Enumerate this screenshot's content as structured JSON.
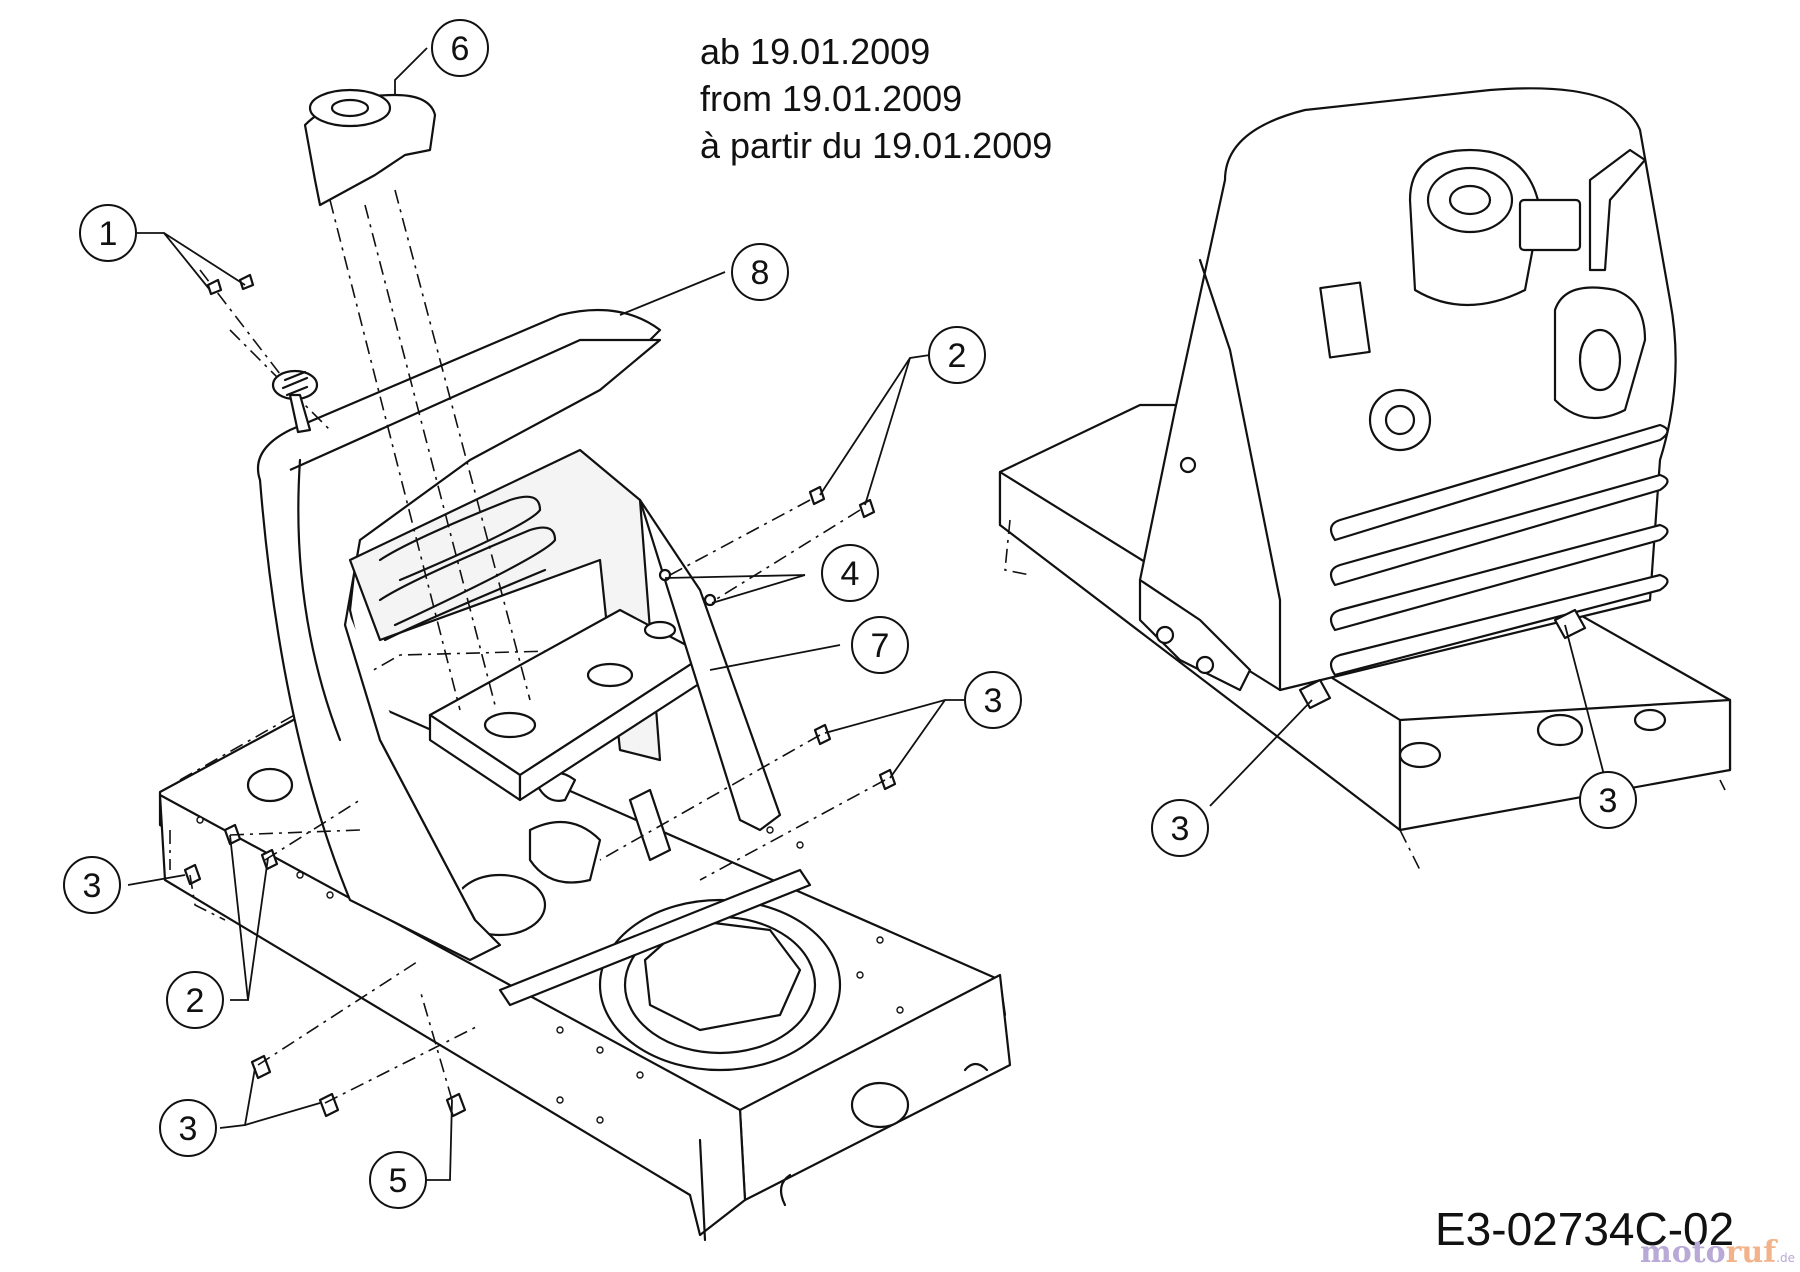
{
  "date_note": {
    "line_de": "ab 19.01.2009",
    "line_en": "from 19.01.2009",
    "line_fr": "à partir du 19.01.2009"
  },
  "callouts": [
    {
      "id": "c1",
      "label": "1"
    },
    {
      "id": "c6",
      "label": "6"
    },
    {
      "id": "c8",
      "label": "8"
    },
    {
      "id": "c2a",
      "label": "2"
    },
    {
      "id": "c4",
      "label": "4"
    },
    {
      "id": "c7",
      "label": "7"
    },
    {
      "id": "c3a",
      "label": "3"
    },
    {
      "id": "c3b",
      "label": "3"
    },
    {
      "id": "c2b",
      "label": "2"
    },
    {
      "id": "c3c",
      "label": "3"
    },
    {
      "id": "c5",
      "label": "5"
    },
    {
      "id": "c3d",
      "label": "3"
    },
    {
      "id": "c3e",
      "label": "3"
    }
  ],
  "drawing_code": "E3-02734C-02",
  "watermark": {
    "part_a": "moto",
    "part_b": "ruf",
    "suffix": ".de"
  }
}
